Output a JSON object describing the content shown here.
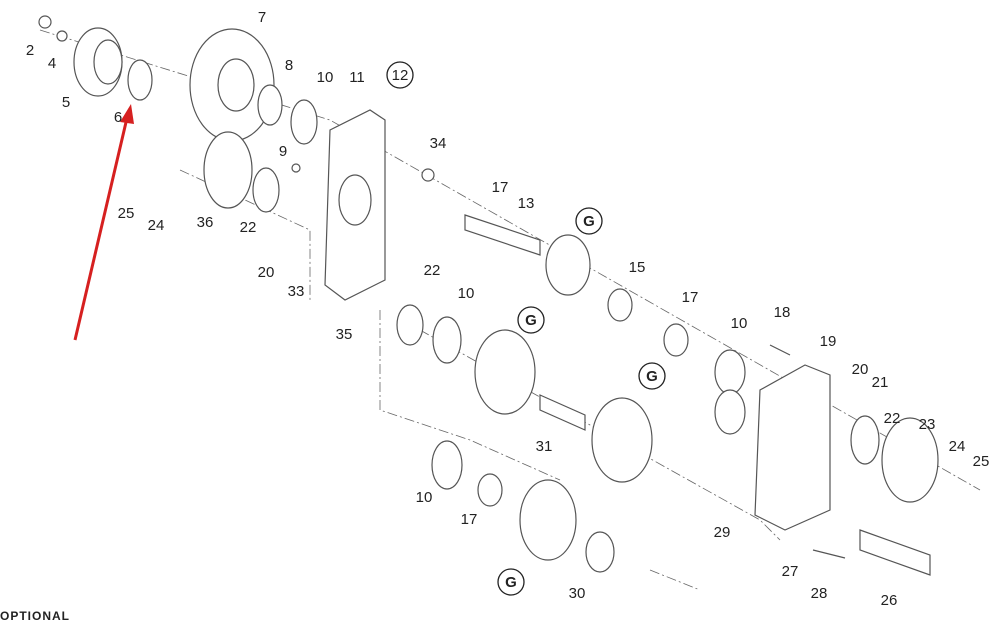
{
  "diagram": {
    "labels": [
      "2",
      "4",
      "5",
      "6",
      "7",
      "8",
      "10",
      "11",
      "9",
      "34",
      "25",
      "24",
      "36",
      "22",
      "20",
      "33",
      "17",
      "13",
      "15",
      "22",
      "10",
      "17",
      "35",
      "10",
      "18",
      "19",
      "20",
      "21",
      "31",
      "22",
      "23",
      "24",
      "25",
      "10",
      "17",
      "29",
      "27",
      "28",
      "26",
      "30"
    ],
    "circled_labels": [
      "12",
      "G",
      "G",
      "G",
      "G"
    ],
    "legend_text": "OPTIONAL",
    "arrow_color": "#d62020"
  }
}
